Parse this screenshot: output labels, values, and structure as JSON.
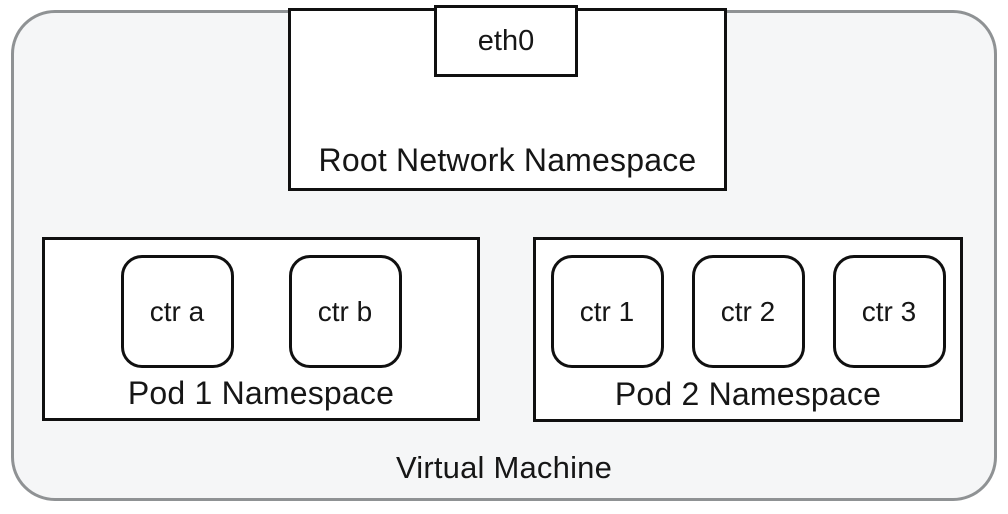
{
  "diagram": {
    "vm": {
      "label": "Virtual Machine"
    },
    "root_namespace": {
      "label": "Root Network Namespace",
      "interface": {
        "label": "eth0"
      }
    },
    "pods": [
      {
        "label": "Pod 1 Namespace",
        "containers": [
          {
            "label": "ctr a"
          },
          {
            "label": "ctr b"
          }
        ]
      },
      {
        "label": "Pod 2 Namespace",
        "containers": [
          {
            "label": "ctr 1"
          },
          {
            "label": "ctr 2"
          },
          {
            "label": "ctr 3"
          }
        ]
      }
    ],
    "colors": {
      "page_bg": "#ffffff",
      "vm_fill": "#f5f6f7",
      "vm_border": "#8f9294",
      "box_fill": "#ffffff",
      "box_border": "#101010",
      "text": "#161616"
    }
  }
}
